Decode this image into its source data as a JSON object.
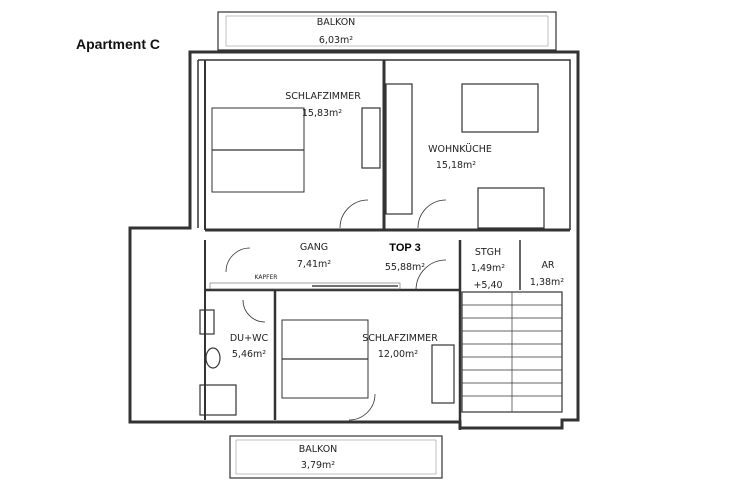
{
  "title": "Apartment C",
  "unit": {
    "label": "TOP 3",
    "area": "55,88m²"
  },
  "rooms": {
    "balkon_top": {
      "name": "BALKON",
      "area": "6,03m²"
    },
    "schlafzimmer_1": {
      "name": "SCHLAFZIMMER",
      "area": "15,83m²"
    },
    "wohnkueche": {
      "name": "WOHNKÜCHE",
      "area": "15,18m²"
    },
    "gang": {
      "name": "GANG",
      "area": "7,41m²"
    },
    "stgh": {
      "name": "STGH",
      "area": "1,49m²"
    },
    "ar": {
      "name": "AR",
      "area": "1,38m²"
    },
    "du_wc": {
      "name": "DU+WC",
      "area": "5,46m²"
    },
    "schlafzimmer_2": {
      "name": "SCHLAFZIMMER",
      "area": "12,00m²"
    },
    "balkon_bottom": {
      "name": "BALKON",
      "area": "3,79m²"
    }
  },
  "annotations": {
    "kapfer": "KAPFER",
    "level": "+5,40"
  }
}
